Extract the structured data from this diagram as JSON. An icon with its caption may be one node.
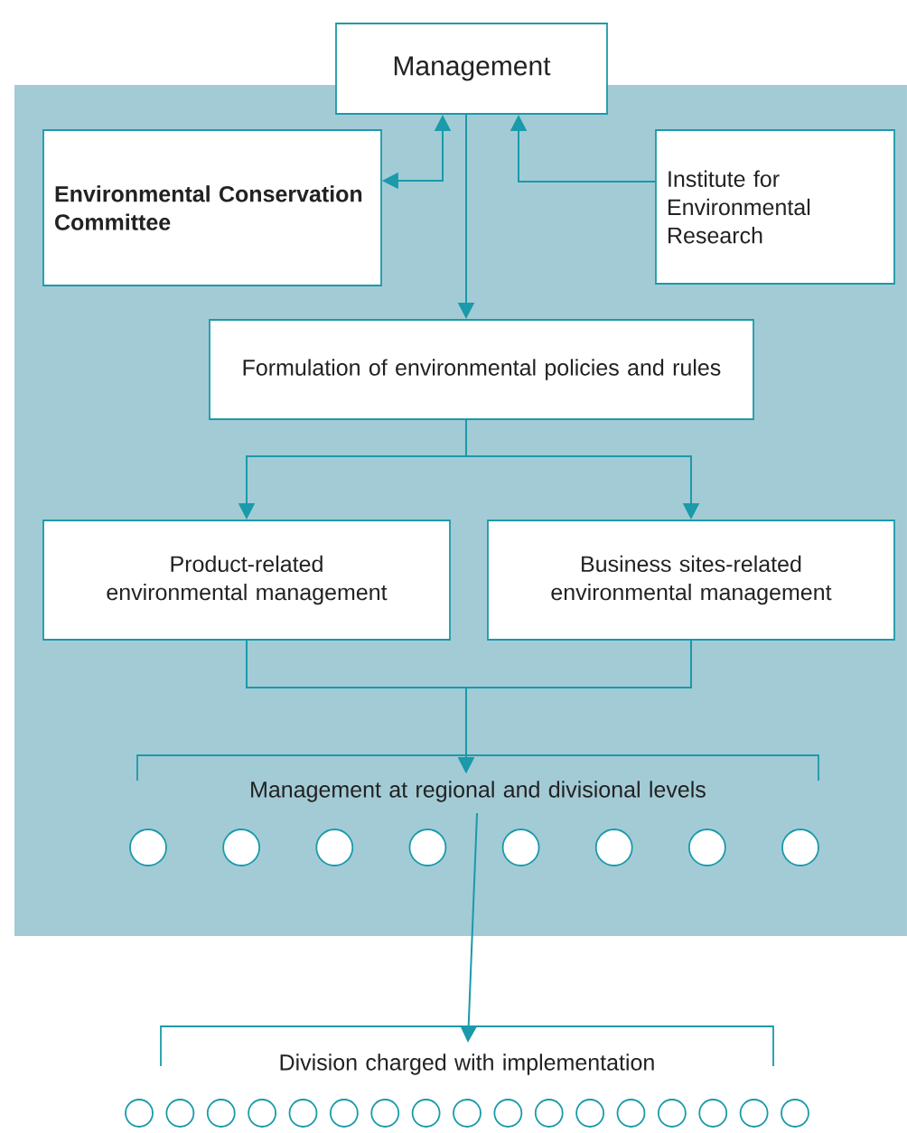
{
  "diagram": {
    "nodes": [
      {
        "text": [
          "Management"
        ]
      },
      {
        "text": [
          "Environmental Conservation Committee"
        ]
      },
      {
        "text": [
          "Institute for Environmental Research"
        ]
      },
      {
        "text": [
          "Formulation of environmental policies and rules"
        ]
      },
      {
        "text": [
          "Product-related environmental management"
        ]
      },
      {
        "text": [
          "Business sites-related environmental management"
        ]
      },
      {
        "text": [
          "Management at regional and divisional levels"
        ]
      },
      {
        "text": [],
        "shape": "circle"
      },
      {
        "text": [],
        "shape": "circle"
      },
      {
        "text": [],
        "shape": "circle"
      },
      {
        "text": [],
        "shape": "circle"
      },
      {
        "text": [],
        "shape": "circle"
      },
      {
        "text": [],
        "shape": "circle"
      },
      {
        "text": [],
        "shape": "circle"
      },
      {
        "text": [],
        "shape": "circle"
      },
      {
        "text": [
          "Division charged with implementation"
        ]
      },
      {
        "text": [],
        "shape": "circle"
      },
      {
        "text": [],
        "shape": "circle"
      },
      {
        "text": [],
        "shape": "circle"
      },
      {
        "text": [],
        "shape": "circle"
      },
      {
        "text": [],
        "shape": "circle"
      },
      {
        "text": [],
        "shape": "circle"
      },
      {
        "text": [],
        "shape": "circle"
      },
      {
        "text": [],
        "shape": "circle"
      },
      {
        "text": [],
        "shape": "circle"
      },
      {
        "text": [],
        "shape": "circle"
      },
      {
        "text": [],
        "shape": "circle"
      },
      {
        "text": [],
        "shape": "circle"
      },
      {
        "text": [],
        "shape": "circle"
      },
      {
        "text": [],
        "shape": "circle"
      },
      {
        "text": [],
        "shape": "circle"
      },
      {
        "text": [],
        "shape": "circle"
      },
      {
        "text": [],
        "shape": "circle"
      }
    ],
    "edges": [
      {
        "from": 1,
        "to": 0,
        "arrow": "both"
      },
      {
        "from": 2,
        "to": 0,
        "arrow": "to"
      },
      {
        "from": 0,
        "to": 3,
        "arrow": "to"
      },
      {
        "from": 3,
        "to": 4,
        "arrow": "to"
      },
      {
        "from": 3,
        "to": 5,
        "arrow": "to"
      },
      {
        "from": 4,
        "to": 6,
        "arrow": "to"
      },
      {
        "from": 5,
        "to": 6,
        "arrow": "to"
      },
      {
        "from": 6,
        "to": 15,
        "arrow": "to"
      }
    ]
  }
}
